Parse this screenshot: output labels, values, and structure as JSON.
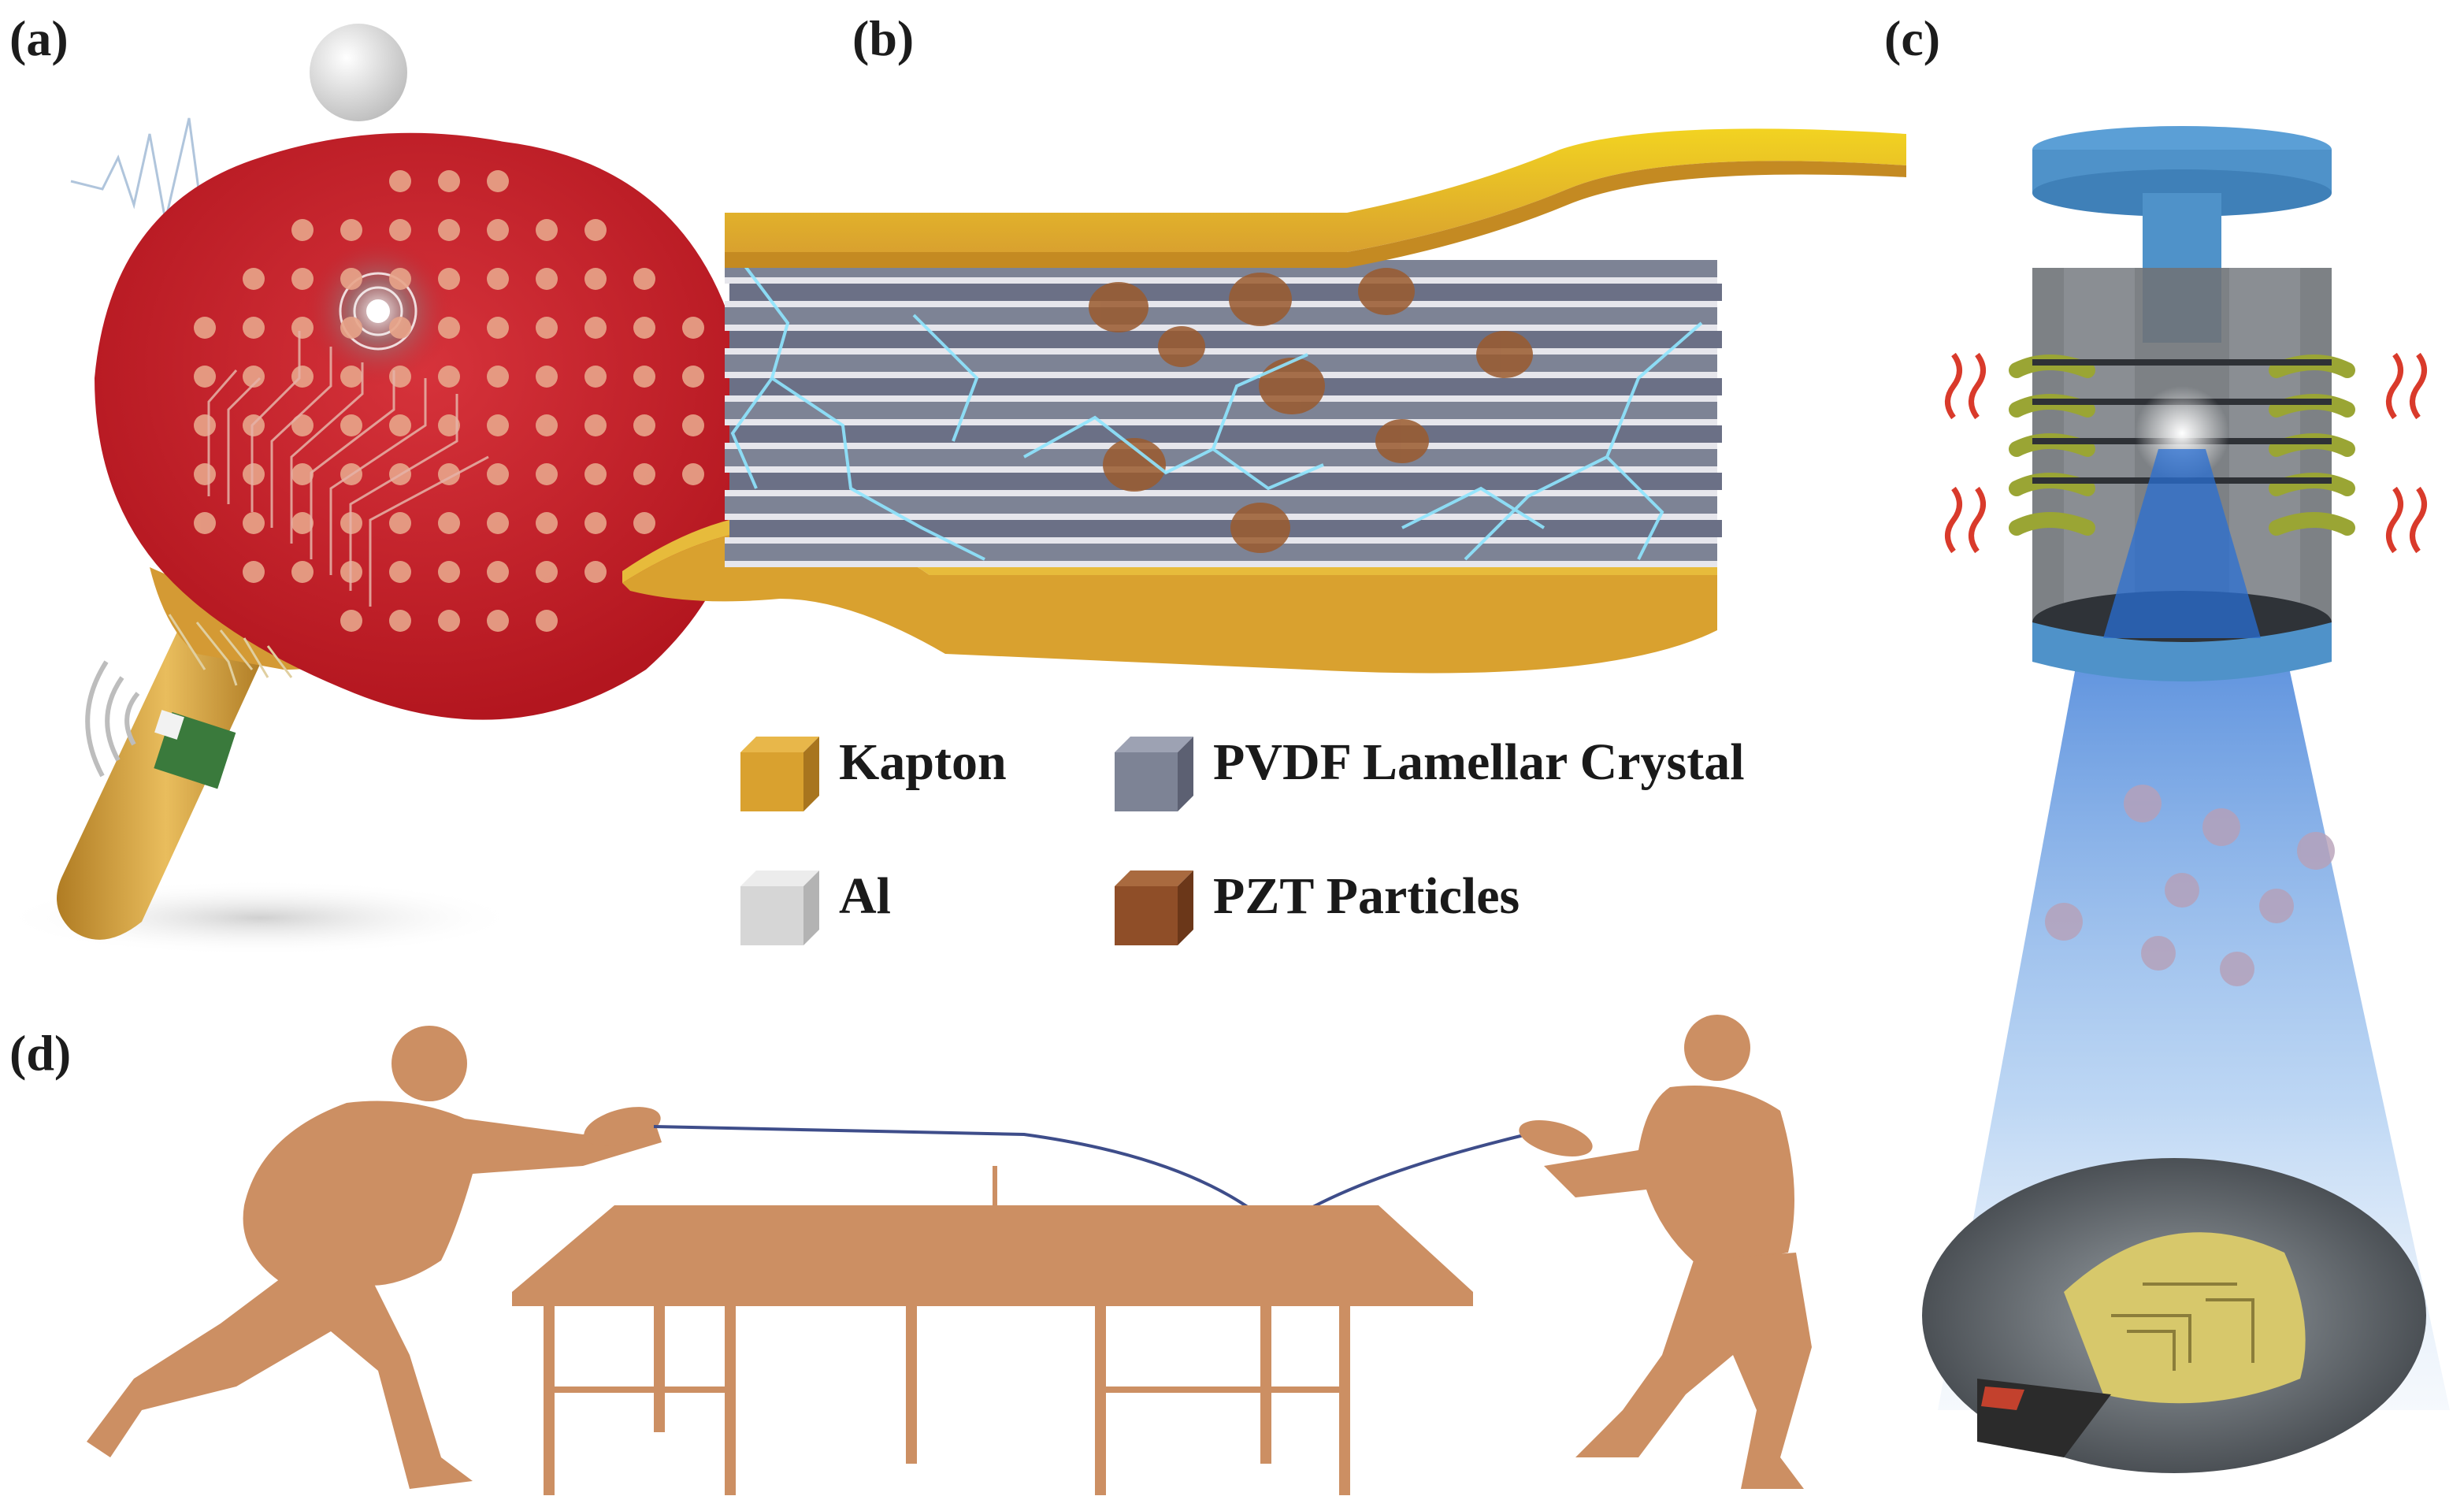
{
  "panels": {
    "a": {
      "label": "(a)"
    },
    "b": {
      "label": "(b)"
    },
    "c": {
      "label": "(c)"
    },
    "d": {
      "label": "(d)"
    }
  },
  "legend": {
    "items": [
      {
        "label": "Kapton",
        "color": "#d9a12f"
      },
      {
        "label": "PVDF Lamellar Crystal",
        "color": "#7d8395"
      },
      {
        "label": "Al",
        "color": "#d6d6d6"
      },
      {
        "label": "PZT Particles",
        "color": "#8f4e28"
      }
    ]
  },
  "colors": {
    "paddle_red": "#c31d27",
    "handle_gold": "#d8a13a",
    "silhouette": "#cc8f63",
    "beam_blue": "#3d7fd6",
    "cylinder_blue": "#4f92c9",
    "coil_green": "#9aa534",
    "heat_red": "#d93a2b"
  },
  "icons": [
    "ping-pong-ball-icon",
    "wireless-signal-icon",
    "heat-wave-icon"
  ]
}
